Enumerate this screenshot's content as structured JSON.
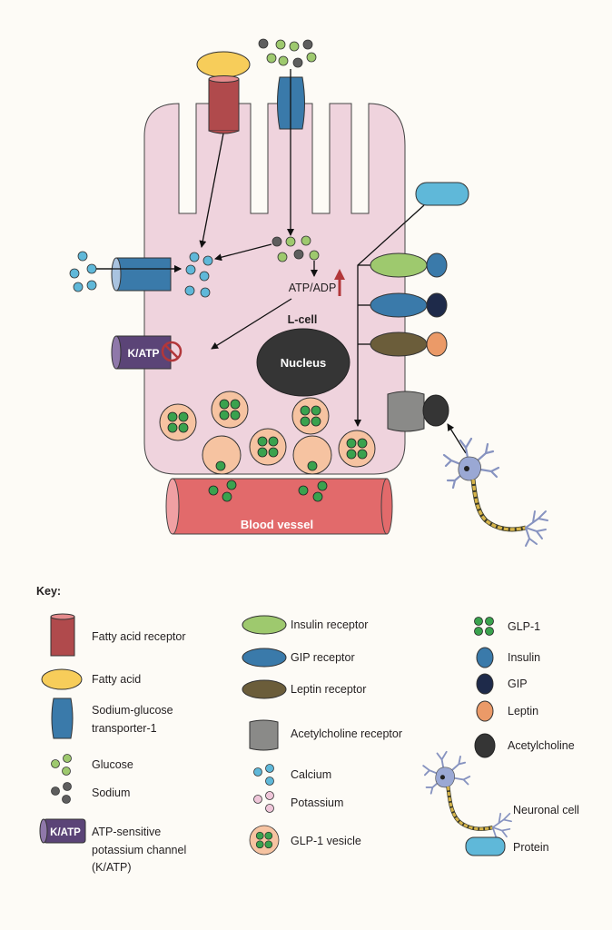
{
  "diagram": {
    "cell_label": "L-cell",
    "nucleus_label": "Nucleus",
    "atp_label": "ATP/ADP",
    "katp_label": "K/ATP",
    "blood_vessel_label": "Blood vessel"
  },
  "key": {
    "title": "Key:",
    "items": [
      {
        "label": "Fatty acid receptor"
      },
      {
        "label": "Fatty acid"
      },
      {
        "label_line1": "Sodium-glucose",
        "label_line2": "transporter-1"
      },
      {
        "label": "Glucose"
      },
      {
        "label": "Sodium"
      },
      {
        "icon_text": "K/ATP",
        "label_line1": "ATP-sensitive",
        "label_line2": "potassium channel",
        "label_line3": "(K/ATP)"
      },
      {
        "label": "Insulin receptor"
      },
      {
        "label": "GIP receptor"
      },
      {
        "label": "Leptin receptor"
      },
      {
        "label": "Acetylcholine receptor"
      },
      {
        "label": "Calcium"
      },
      {
        "label": "Potassium"
      },
      {
        "label": "GLP-1 vesicle"
      },
      {
        "label": "GLP-1"
      },
      {
        "label": "Insulin"
      },
      {
        "label": "GIP"
      },
      {
        "label": "Leptin"
      },
      {
        "label": "Acetylcholine"
      },
      {
        "label": "Neuronal cell"
      },
      {
        "label": "Protein"
      }
    ]
  },
  "colors": {
    "cell": "#efd3dd",
    "fatty_acid_receptor": "#b04a4c",
    "fatty_acid": "#f7cd5a",
    "sglt1": "#3a7aaa",
    "glucose": "#9ec96e",
    "sodium": "#5e5e5e",
    "calcium": "#5fb8d9",
    "potassium": "#efc6d9",
    "katp": "#5b4477",
    "insulin_receptor": "#9ec96e",
    "gip_receptor": "#3a7aaa",
    "leptin_receptor": "#6b5d3a",
    "acetylcholine_receptor": "#8a8a88",
    "insulin": "#3a7aaa",
    "gip": "#1e2a4a",
    "leptin": "#eb9a68",
    "acetylcholine": "#353535",
    "glp1": "#3aa24e",
    "vesicle": "#f6c3a1",
    "blood_vessel": "#e26a6b",
    "protein": "#5fb8d9",
    "nucleus": "#353535",
    "neuron": "#9aa8d4",
    "up_arrow": "#b2373a"
  }
}
